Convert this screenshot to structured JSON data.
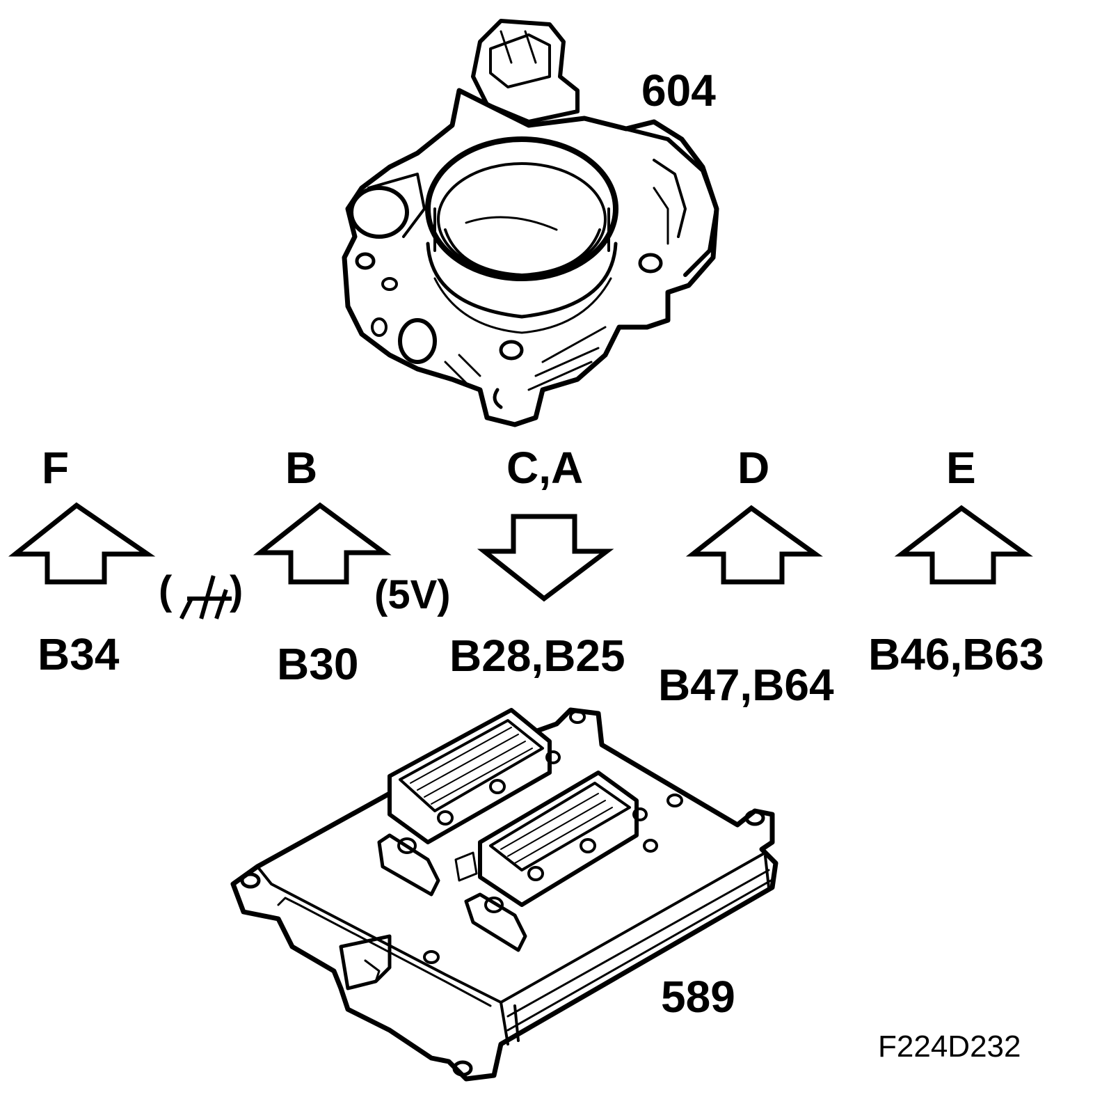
{
  "components": {
    "throttle_body": {
      "number": "604"
    },
    "control_module": {
      "number": "589"
    }
  },
  "signals": [
    {
      "pin": "F",
      "direction": "up",
      "note": "",
      "terminals": "B34"
    },
    {
      "pin": "B",
      "direction": "up",
      "note": "(5V)",
      "terminals": "B30"
    },
    {
      "pin": "C,A",
      "direction": "down",
      "note": "",
      "terminals": "B28,B25"
    },
    {
      "pin": "D",
      "direction": "up",
      "note": "",
      "terminals": "B47,B64"
    },
    {
      "pin": "E",
      "direction": "up",
      "note": "",
      "terminals": "B46,B63"
    }
  ],
  "ground_symbol": {
    "open": "(",
    "close": ")",
    "icon": "ground-icon"
  },
  "figure_id": "F224D232"
}
